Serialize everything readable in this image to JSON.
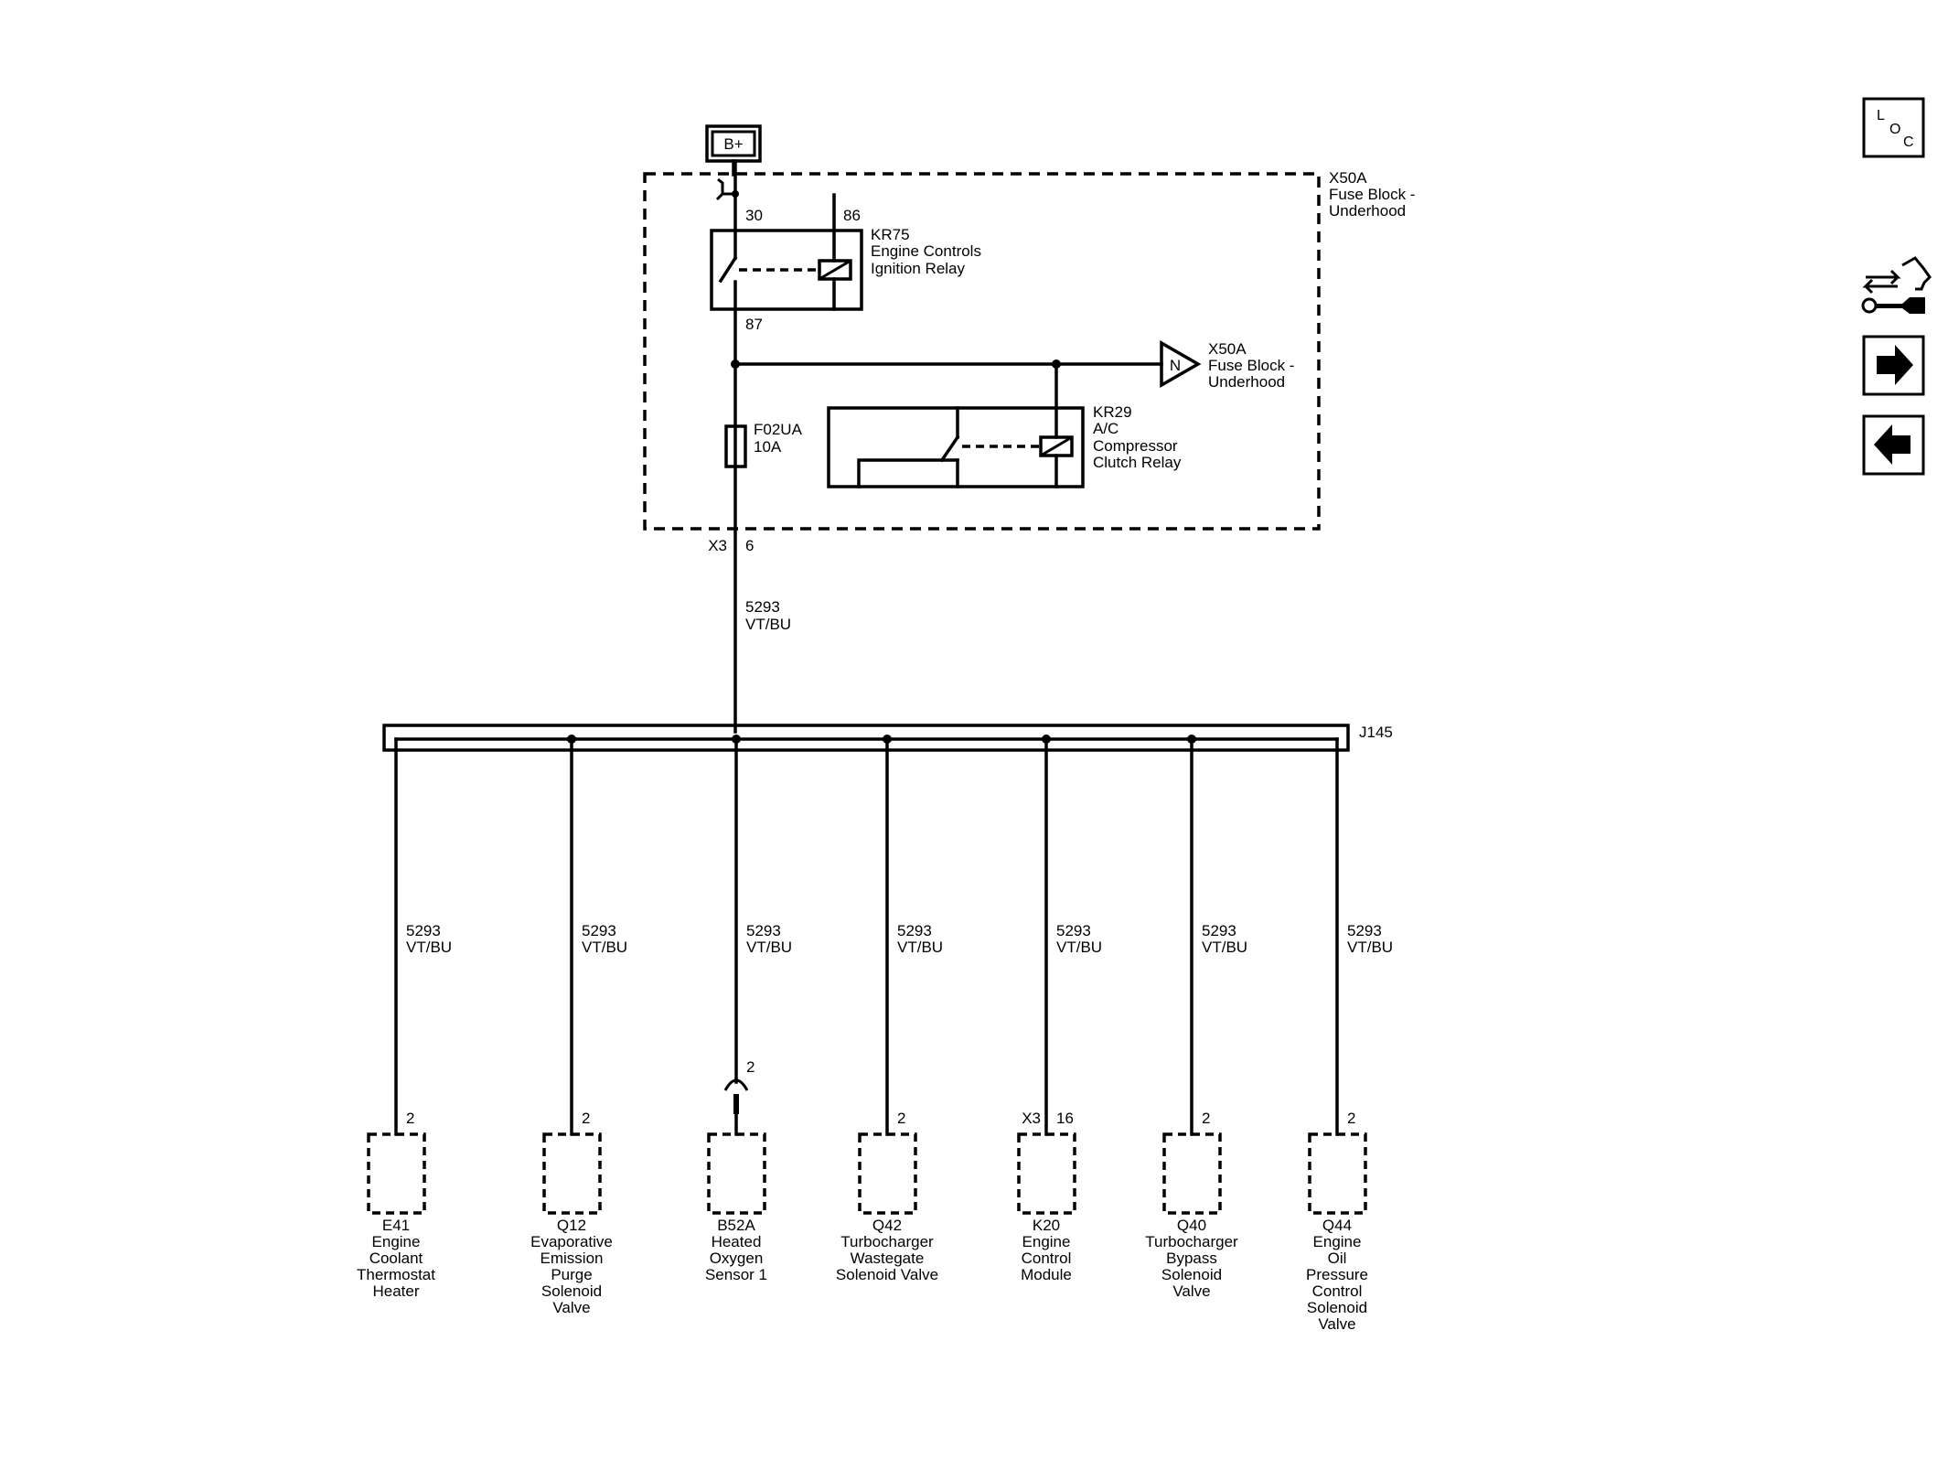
{
  "power": {
    "label": "B+"
  },
  "fuse_block": {
    "name": "X50A",
    "desc1": "Fuse Block -",
    "desc2": "Underhood"
  },
  "relay_kr75": {
    "pin30": "30",
    "pin86": "86",
    "pin87": "87",
    "name": "KR75",
    "desc1": "Engine Controls",
    "desc2": "Ignition Relay"
  },
  "ref_N": {
    "symbol": "N",
    "name": "X50A",
    "desc1": "Fuse Block -",
    "desc2": "Underhood"
  },
  "fuse_f02ua": {
    "name": "F02UA",
    "rating": "10A"
  },
  "relay_kr29": {
    "name": "KR29",
    "desc1": "A/C",
    "desc2": "Compressor",
    "desc3": "Clutch Relay"
  },
  "main_connector": {
    "conn": "X3",
    "pin": "6"
  },
  "main_wire": {
    "circuit": "5293",
    "color": "VT/BU"
  },
  "splice": {
    "name": "J145"
  },
  "branches": [
    {
      "circuit": "5293",
      "color": "VT/BU",
      "conn": "",
      "pin": "2",
      "lines": [
        "E41",
        "Engine",
        "Coolant",
        "Thermostat",
        "Heater"
      ]
    },
    {
      "circuit": "5293",
      "color": "VT/BU",
      "conn": "",
      "pin": "2",
      "lines": [
        "Q12",
        "Evaporative",
        "Emission",
        "Purge",
        "Solenoid",
        "Valve"
      ]
    },
    {
      "circuit": "5293",
      "color": "VT/BU",
      "conn": "",
      "pin": "2",
      "lines": [
        "B52A",
        "Heated",
        "Oxygen",
        "Sensor 1"
      ]
    },
    {
      "circuit": "5293",
      "color": "VT/BU",
      "conn": "",
      "pin": "2",
      "lines": [
        "Q42",
        "Turbocharger",
        "Wastegate",
        "Solenoid Valve"
      ]
    },
    {
      "circuit": "5293",
      "color": "VT/BU",
      "conn": "X3",
      "pin": "16",
      "lines": [
        "K20",
        "Engine",
        "Control",
        "Module"
      ]
    },
    {
      "circuit": "5293",
      "color": "VT/BU",
      "conn": "",
      "pin": "2",
      "lines": [
        "Q40",
        "Turbocharger",
        "Bypass",
        "Solenoid",
        "Valve"
      ]
    },
    {
      "circuit": "5293",
      "color": "VT/BU",
      "conn": "",
      "pin": "2",
      "lines": [
        "Q44",
        "Engine",
        "Oil",
        "Pressure",
        "Control",
        "Solenoid",
        "Valve"
      ]
    }
  ],
  "nav": {
    "loc": {
      "l": "L",
      "o": "O",
      "c": "C"
    },
    "icons": [
      "connector-wrench-icon",
      "arrow-right-icon",
      "arrow-left-icon"
    ]
  }
}
